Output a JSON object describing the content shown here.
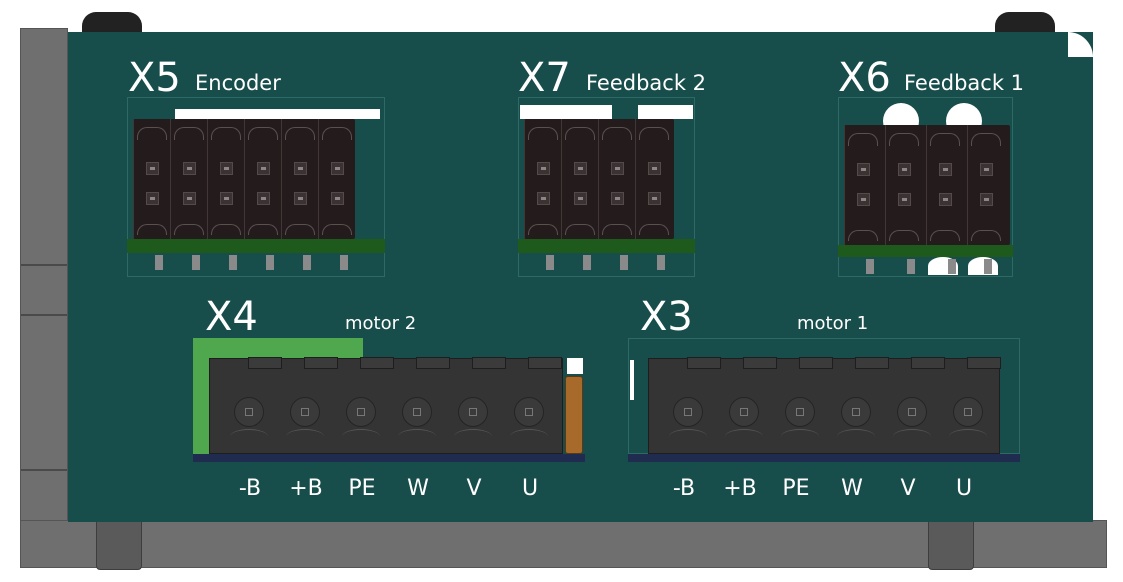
{
  "connectors": {
    "x5": {
      "designator": "X5",
      "name": "Encoder"
    },
    "x7": {
      "designator": "X7",
      "name": "Feedback 2"
    },
    "x6": {
      "designator": "X6",
      "name": "Feedback 1"
    },
    "x4": {
      "designator": "X4",
      "name": "motor 2",
      "pins": [
        "-B",
        "+B",
        "PE",
        "W",
        "V",
        "U"
      ]
    },
    "x3": {
      "designator": "X3",
      "name": "motor 1",
      "pins": [
        "-B",
        "+B",
        "PE",
        "W",
        "V",
        "U"
      ]
    }
  },
  "colors": {
    "panel": "#174d4b",
    "housing": "#6f6f6f",
    "connector_body": "#241c1c",
    "pcb_strip": "#1f5a1d",
    "highlight_green": "#4fa84d",
    "motor_base": "#1f2b4f",
    "label_text": "#ffffff"
  }
}
